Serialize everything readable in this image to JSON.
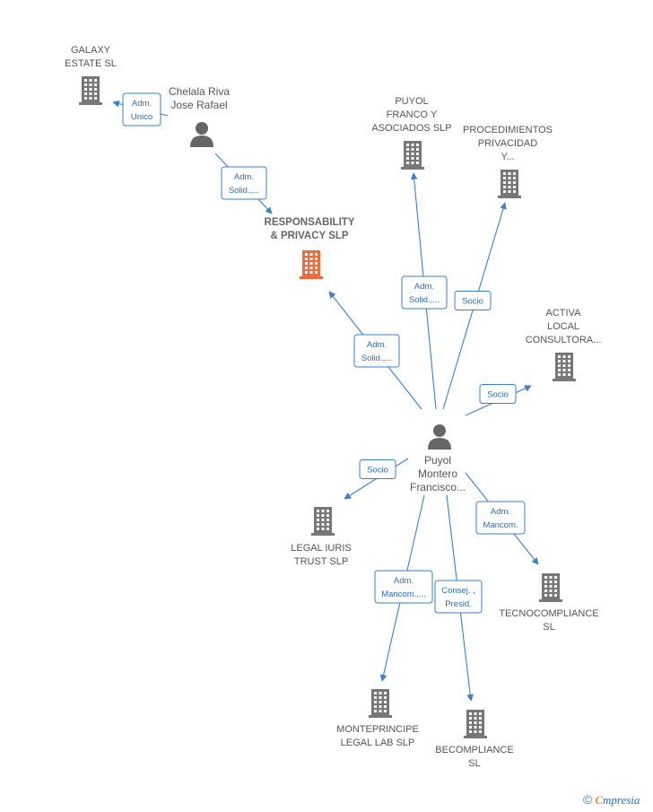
{
  "nodes": [
    {
      "id": "galaxy",
      "kind": "company",
      "label": [
        "GALAXY",
        "ESTATE SL"
      ],
      "highlight": false
    },
    {
      "id": "chelala",
      "kind": "person",
      "label": [
        "Chelala Riva",
        "Jose Rafael"
      ]
    },
    {
      "id": "responsability",
      "kind": "company",
      "label": [
        "RESPONSABILITY",
        "& PRIVACY  SLP"
      ],
      "highlight": true
    },
    {
      "id": "puyol_franco",
      "kind": "company",
      "label": [
        "PUYOL",
        "FRANCO Y",
        "ASOCIADOS  SLP"
      ],
      "highlight": false
    },
    {
      "id": "procedimientos",
      "kind": "company",
      "label": [
        "PROCEDIMIENTOS",
        "PRIVACIDAD",
        "Y..."
      ],
      "highlight": false
    },
    {
      "id": "activa",
      "kind": "company",
      "label": [
        "ACTIVA",
        "LOCAL",
        "CONSULTORA..."
      ],
      "highlight": false
    },
    {
      "id": "puyol_montero",
      "kind": "person",
      "label": [
        "Puyol",
        "Montero",
        "Francisco..."
      ]
    },
    {
      "id": "legal_iuris",
      "kind": "company",
      "label": [
        "LEGAL IURIS",
        "TRUST  SLP"
      ],
      "highlight": false
    },
    {
      "id": "tecnocompliance",
      "kind": "company",
      "label": [
        "TECNOCOMPLIANCE",
        "SL"
      ],
      "highlight": false
    },
    {
      "id": "monteprincipe",
      "kind": "company",
      "label": [
        "MONTEPRINCIPE",
        "LEGAL LAB  SLP"
      ],
      "highlight": false
    },
    {
      "id": "becompliance",
      "kind": "company",
      "label": [
        "BECOMPLIANCE",
        "SL"
      ],
      "highlight": false
    }
  ],
  "edges": [
    {
      "from": "chelala",
      "to": "galaxy",
      "label": [
        "Adm.",
        "Unico"
      ]
    },
    {
      "from": "chelala",
      "to": "responsability",
      "label": [
        "Adm.",
        "Solid.,..."
      ]
    },
    {
      "from": "puyol_montero",
      "to": "responsability",
      "label": [
        "Adm.",
        "Solid.,..."
      ]
    },
    {
      "from": "puyol_montero",
      "to": "puyol_franco",
      "label": [
        "Adm.",
        "Solid.,..."
      ]
    },
    {
      "from": "puyol_montero",
      "to": "procedimientos",
      "label": [
        "Socio"
      ]
    },
    {
      "from": "puyol_montero",
      "to": "activa",
      "label": [
        "Socio"
      ]
    },
    {
      "from": "puyol_montero",
      "to": "legal_iuris",
      "label": [
        "Socio"
      ]
    },
    {
      "from": "puyol_montero",
      "to": "tecnocompliance",
      "label": [
        "Adm.",
        "Mancom."
      ]
    },
    {
      "from": "puyol_montero",
      "to": "monteprincipe",
      "label": [
        "Adm.",
        "Mancom.,..."
      ]
    },
    {
      "from": "puyol_montero",
      "to": "becompliance",
      "label": [
        "Consej. ,",
        "Presid."
      ]
    }
  ],
  "colors": {
    "company": "#777777",
    "highlight": "#f26a3a",
    "person": "#666666",
    "edge": "#3a7fd0"
  },
  "footer": {
    "copyright": "©",
    "brand_initial": "C",
    "brand_rest": "mpresia"
  }
}
